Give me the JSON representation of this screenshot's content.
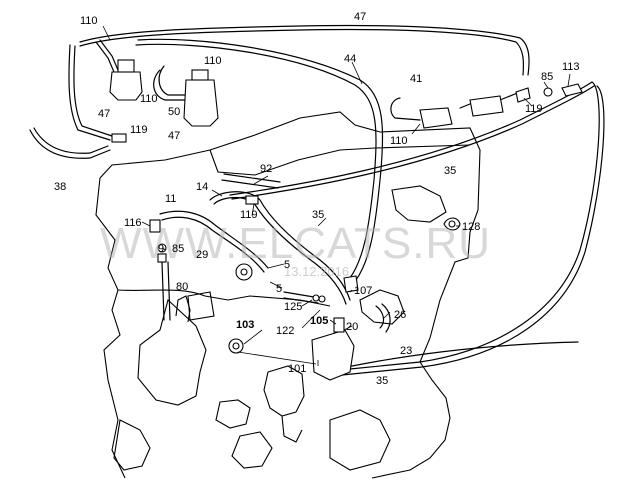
{
  "watermark": {
    "text": "WWW.ELCATS.RU",
    "date": "13.12.2016"
  },
  "callouts": [
    {
      "id": "110a",
      "text": "110"
    },
    {
      "id": "47a",
      "text": "47"
    },
    {
      "id": "44",
      "text": "44"
    },
    {
      "id": "110b",
      "text": "110"
    },
    {
      "id": "110c",
      "text": "110"
    },
    {
      "id": "47b",
      "text": "47"
    },
    {
      "id": "50",
      "text": "50"
    },
    {
      "id": "119a",
      "text": "119"
    },
    {
      "id": "47c",
      "text": "47"
    },
    {
      "id": "38",
      "text": "38"
    },
    {
      "id": "41",
      "text": "41"
    },
    {
      "id": "85a",
      "text": "85"
    },
    {
      "id": "113",
      "text": "113"
    },
    {
      "id": "119b",
      "text": "119"
    },
    {
      "id": "110d",
      "text": "110"
    },
    {
      "id": "35a",
      "text": "35"
    },
    {
      "id": "92",
      "text": "92"
    },
    {
      "id": "14",
      "text": "14"
    },
    {
      "id": "11",
      "text": "11"
    },
    {
      "id": "119c",
      "text": "119"
    },
    {
      "id": "35b",
      "text": "35"
    },
    {
      "id": "116",
      "text": "116"
    },
    {
      "id": "9",
      "text": "9"
    },
    {
      "id": "85b",
      "text": "85"
    },
    {
      "id": "29",
      "text": "29"
    },
    {
      "id": "5a",
      "text": "5"
    },
    {
      "id": "5b",
      "text": "5"
    },
    {
      "id": "128",
      "text": "128"
    },
    {
      "id": "80",
      "text": "80"
    },
    {
      "id": "107",
      "text": "107"
    },
    {
      "id": "125",
      "text": "125"
    },
    {
      "id": "26",
      "text": "26"
    },
    {
      "id": "103",
      "text": "103"
    },
    {
      "id": "122",
      "text": "122"
    },
    {
      "id": "105",
      "text": "105"
    },
    {
      "id": "20",
      "text": "20"
    },
    {
      "id": "23",
      "text": "23"
    },
    {
      "id": "101",
      "text": "101"
    },
    {
      "id": "35c",
      "text": "35"
    }
  ],
  "colors": {
    "line": "#000000",
    "watermark": "#b8b8b8",
    "background": "#ffffff"
  }
}
